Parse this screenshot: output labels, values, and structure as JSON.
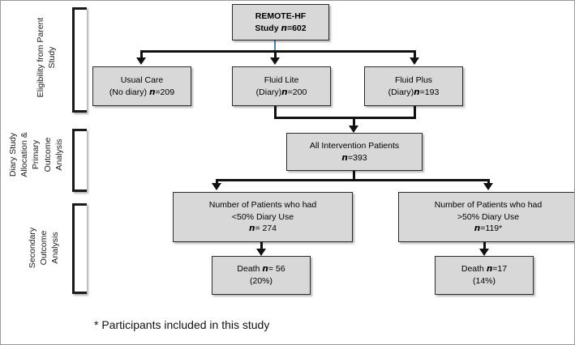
{
  "figure": {
    "type": "flowchart",
    "title": "REMOTE-HF participant flow diagram",
    "footnote": "* Participants included in this study",
    "colors": {
      "node_fill": "#d8d8d8",
      "node_border": "#2b2b2b",
      "connector": "#111111",
      "accent_blue": "#4f81a8",
      "canvas": "#ffffff"
    }
  },
  "sections": [
    {
      "id": "eligibility",
      "label_lines": [
        "Eligibility from Parent",
        "Study"
      ]
    },
    {
      "id": "diary-allocation",
      "label_lines": [
        "Diary Study",
        "Allocation &",
        "Primary",
        "Outcome",
        "Analysis"
      ]
    },
    {
      "id": "secondary",
      "label_lines": [
        "Secondary",
        "Outcome",
        "Analysis"
      ]
    }
  ],
  "nodes": [
    {
      "id": "remote-hf-study",
      "name": "remote-hf-study-box",
      "bold": true,
      "lines": [
        {
          "text": "REMOTE-HF"
        },
        {
          "pre": "Study ",
          "n": "n",
          "post": "=602"
        }
      ]
    },
    {
      "id": "usual-care",
      "name": "usual-care-box",
      "bold": false,
      "lines": [
        {
          "text": "Usual Care"
        },
        {
          "pre": "(No diary) ",
          "n": "n",
          "post": "=209"
        }
      ]
    },
    {
      "id": "fluid-lite",
      "name": "fluid-lite-box",
      "bold": false,
      "lines": [
        {
          "text": "Fluid Lite"
        },
        {
          "pre": "(Diary)",
          "n": "n",
          "post": "=200"
        }
      ]
    },
    {
      "id": "fluid-plus",
      "name": "fluid-plus-box",
      "bold": false,
      "lines": [
        {
          "text": "Fluid Plus"
        },
        {
          "pre": "(Diary)",
          "n": "n",
          "post": "=193"
        }
      ]
    },
    {
      "id": "all-intervention",
      "name": "all-intervention-patients-box",
      "bold": false,
      "lines": [
        {
          "text": "All Intervention  Patients"
        },
        {
          "pre": "",
          "n": "n",
          "post": "=393"
        }
      ]
    },
    {
      "id": "diary-under-50",
      "name": "diary-use-under-50-box",
      "bold": false,
      "lines": [
        {
          "text": "Number  of Patients who had"
        },
        {
          "text": "<50% Diary Use"
        },
        {
          "pre": "",
          "n": "n",
          "post": "= 274"
        }
      ]
    },
    {
      "id": "diary-over-50",
      "name": "diary-use-over-50-box",
      "bold": false,
      "lines": [
        {
          "text": "Number  of Patients who had"
        },
        {
          "text": ">50% Diary Use"
        },
        {
          "pre": "",
          "n": "n",
          "post": "=119*"
        }
      ]
    },
    {
      "id": "death-under-50",
      "name": "death-under-50-box",
      "bold": false,
      "lines": [
        {
          "pre": "Death ",
          "n": "n",
          "post": "= 56"
        },
        {
          "text": "(20%)"
        }
      ]
    },
    {
      "id": "death-over-50",
      "name": "death-over-50-box",
      "bold": false,
      "lines": [
        {
          "pre": "Death ",
          "n": "n",
          "post": "=17"
        },
        {
          "text": "(14%)"
        }
      ]
    }
  ],
  "chart_data": {
    "type": "flowchart",
    "title": "REMOTE-HF Study participant flow",
    "counts": {
      "remote_hf_study_total": 602,
      "usual_care_no_diary": 209,
      "fluid_lite_diary": 200,
      "fluid_plus_diary": 193,
      "all_intervention_patients": 393,
      "diary_use_under_50_percent": 274,
      "diary_use_over_50_percent": 119,
      "death_under_50_percent": 56,
      "death_under_50_percent_rate": "20%",
      "death_over_50_percent": 17,
      "death_over_50_percent_rate": "14%"
    },
    "edges": [
      {
        "from": "remote-hf-study",
        "to": "usual-care"
      },
      {
        "from": "remote-hf-study",
        "to": "fluid-lite"
      },
      {
        "from": "remote-hf-study",
        "to": "fluid-plus"
      },
      {
        "from": "fluid-lite",
        "to": "all-intervention"
      },
      {
        "from": "fluid-plus",
        "to": "all-intervention"
      },
      {
        "from": "all-intervention",
        "to": "diary-under-50"
      },
      {
        "from": "all-intervention",
        "to": "diary-over-50"
      },
      {
        "from": "diary-under-50",
        "to": "death-under-50"
      },
      {
        "from": "diary-over-50",
        "to": "death-over-50"
      }
    ]
  }
}
